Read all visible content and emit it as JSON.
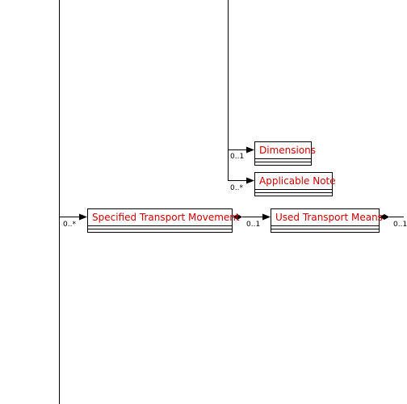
{
  "diagram": {
    "classes": {
      "dimensions": "Dimensions",
      "applicable_note": "Applicable Note",
      "specified_transport_movement": "Specified Transport Movement",
      "used_transport_means": "Used Transport Means"
    },
    "multiplicities": {
      "dimensions": "0..1",
      "applicable_note": "0..*",
      "specified_transport_movement": "0..*",
      "used_transport_means": "0..1",
      "offscreen_right": "0..1"
    },
    "colors": {
      "class_name": "#cc0000",
      "line": "#000000",
      "background": "#ffffff"
    }
  }
}
